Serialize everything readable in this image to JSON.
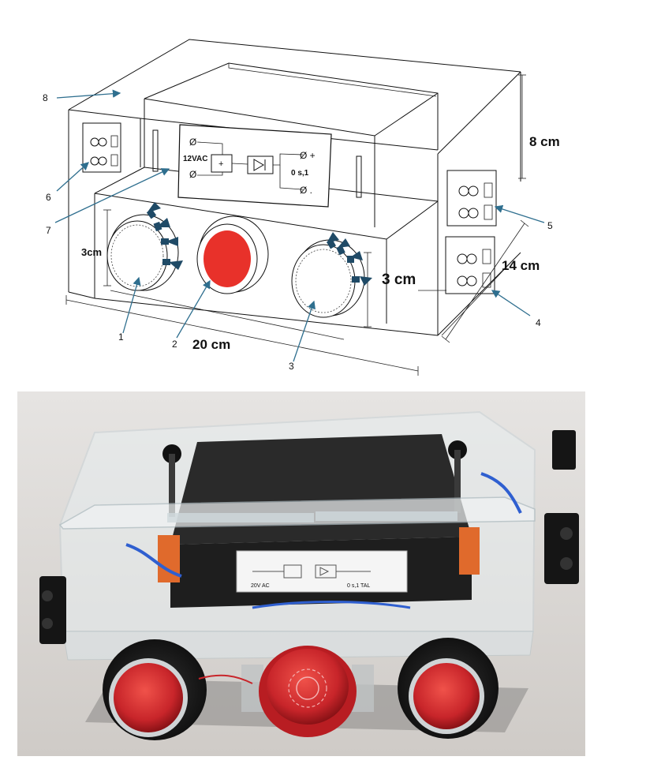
{
  "diagram": {
    "dimensions": {
      "height": "8 cm",
      "depth": "14 cm",
      "width": "20 cm",
      "button_right": "3 cm",
      "button_left": "3cm"
    },
    "panel": {
      "input_label": "12VAC",
      "plus_sign": "+",
      "output_plus": "Ø +",
      "output_value": "0 s,1",
      "output_minus": "Ø .",
      "input_top": "Ø",
      "input_bottom": "Ø"
    },
    "callouts": [
      "1",
      "2",
      "3",
      "4",
      "5",
      "6",
      "7",
      "8"
    ],
    "colors": {
      "button_red": "#e8312a",
      "arrow_blue": "#1f4a66",
      "callout_line": "#2f6f8f"
    }
  },
  "photo": {
    "panel_label_left": "20V AC",
    "panel_label_right": "0 s,1 TAL",
    "colors": {
      "background": "#d9d6d3",
      "button_red": "#c8252a",
      "acrylic": "#e8eef0",
      "module": "#2a2a2a",
      "accent_orange": "#e06a2c"
    }
  }
}
